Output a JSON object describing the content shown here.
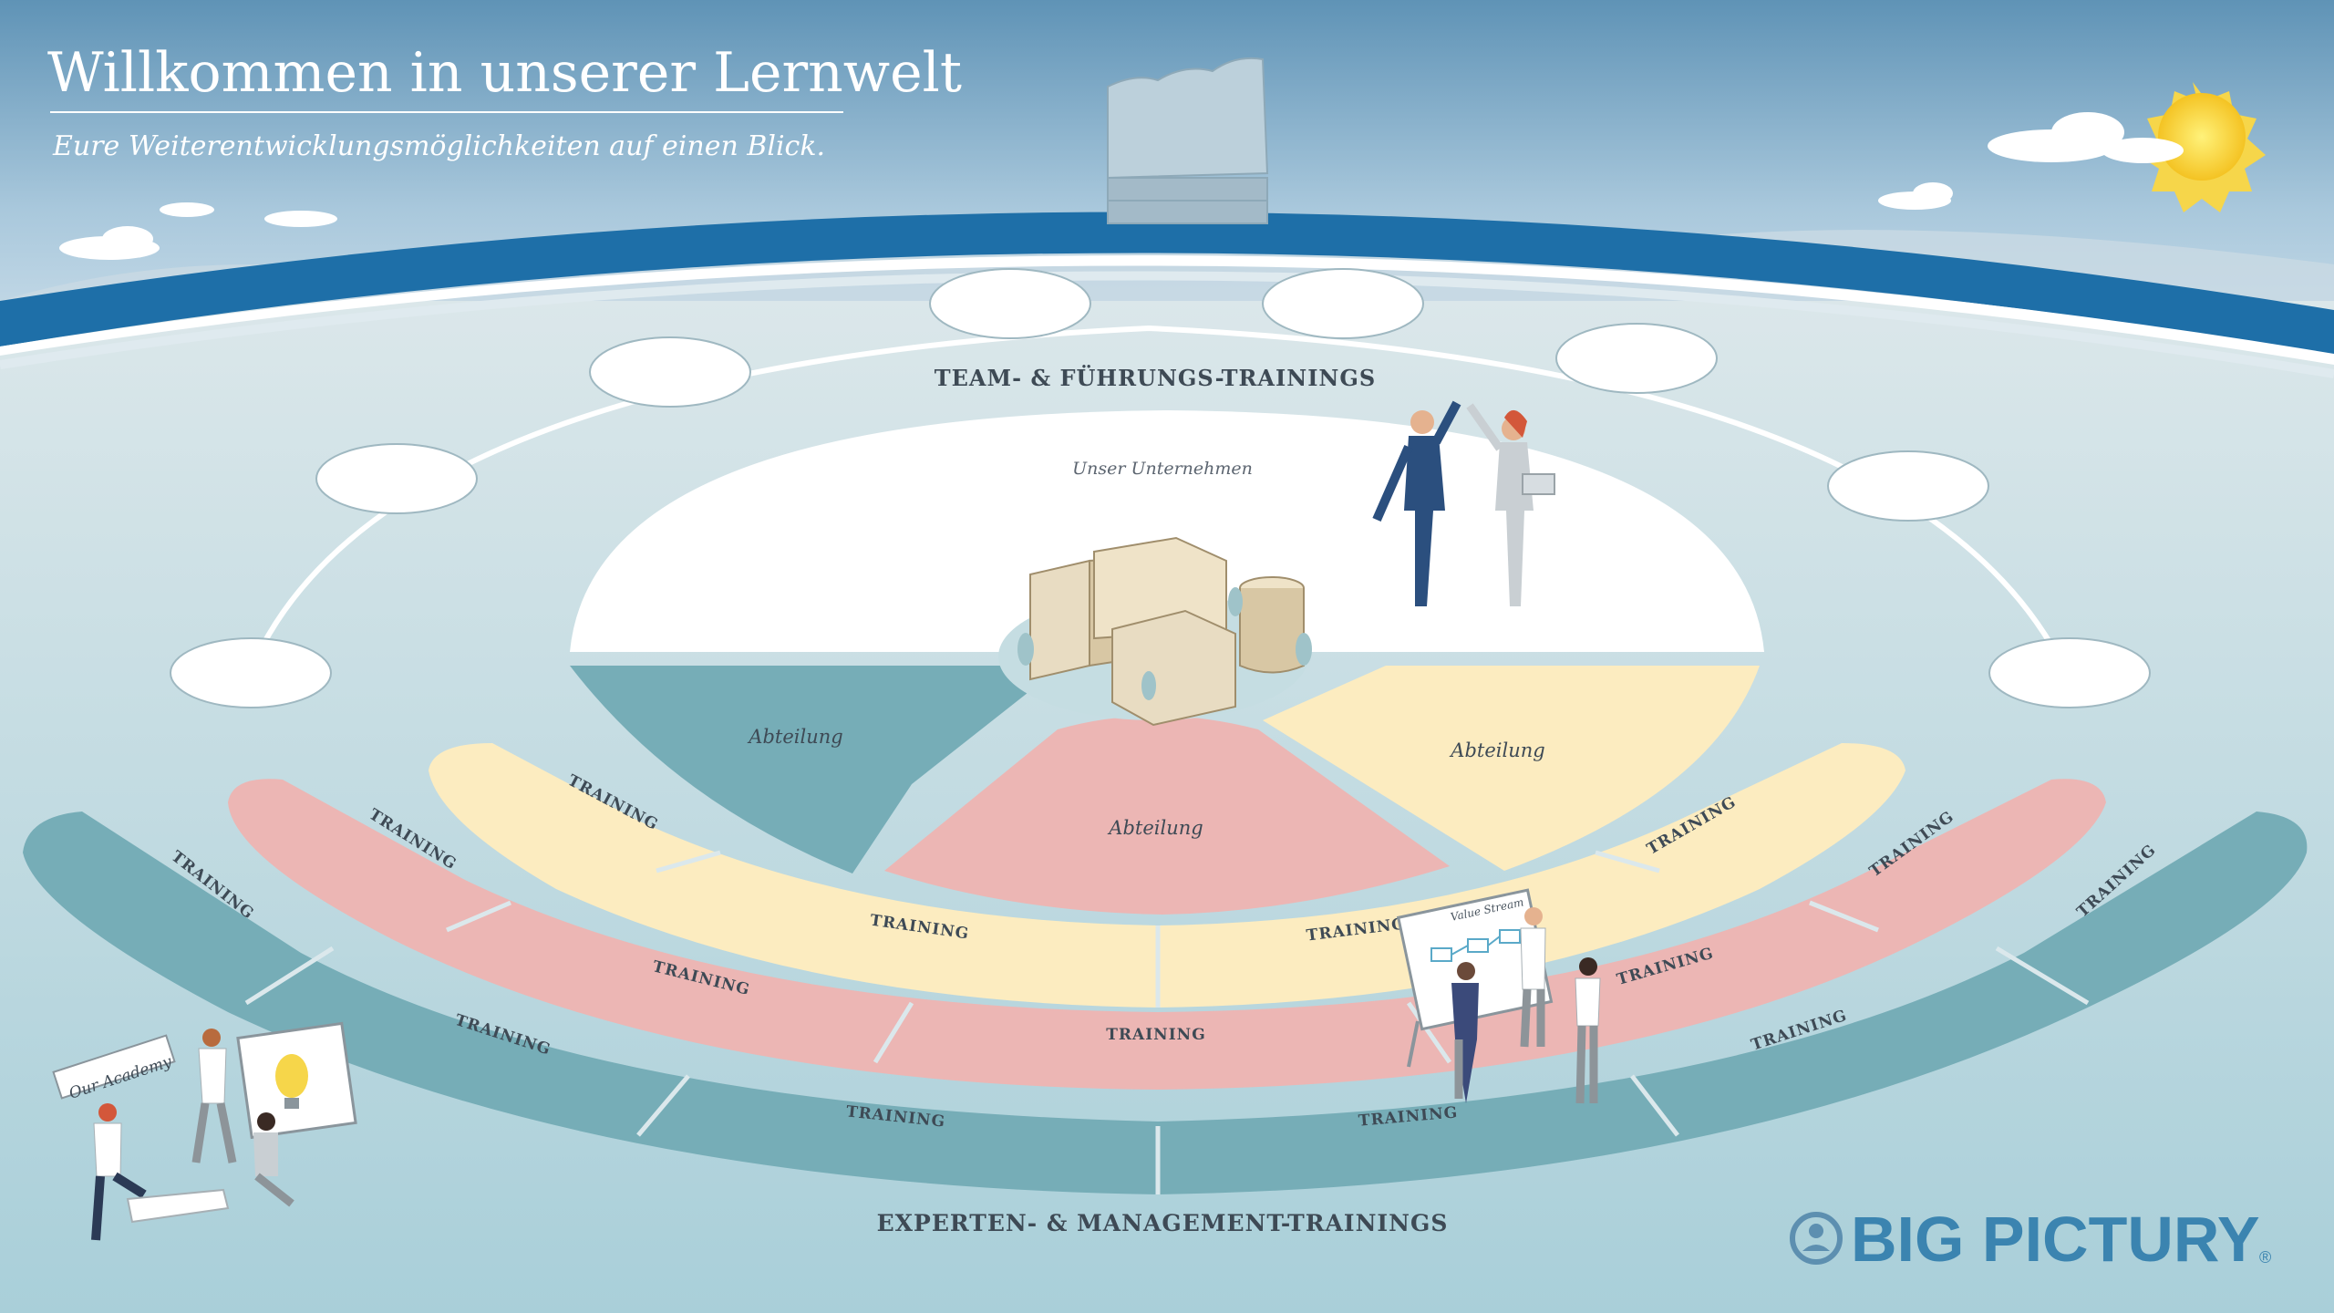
{
  "header": {
    "title": "Willkommen in unserer Lernwelt",
    "subtitle": "Eure Weiterentwicklungsmöglichkeiten auf einen Blick."
  },
  "ring_labels": {
    "top": "TEAM- & FÜHRUNGS-TRAININGS",
    "bottom": "EXPERTEN- & MANAGEMENT-TRAININGS"
  },
  "center": {
    "company": "Unser Unternehmen",
    "departments": [
      "Abteilung",
      "Abteilung",
      "Abteilung"
    ]
  },
  "trainings": {
    "label": "TRAINING"
  },
  "whiteboard": {
    "title": "Value Stream"
  },
  "academy": {
    "sign": "Our Academy"
  },
  "brand": {
    "name": "BIG PICTURY",
    "registered": "®"
  },
  "colors": {
    "sky": "#6f9fbf",
    "floor": "#c7dde2",
    "teal": "#76adb7",
    "pink": "#ecb6b4",
    "cream": "#fcecc0",
    "brand": "#2f7ea3"
  }
}
